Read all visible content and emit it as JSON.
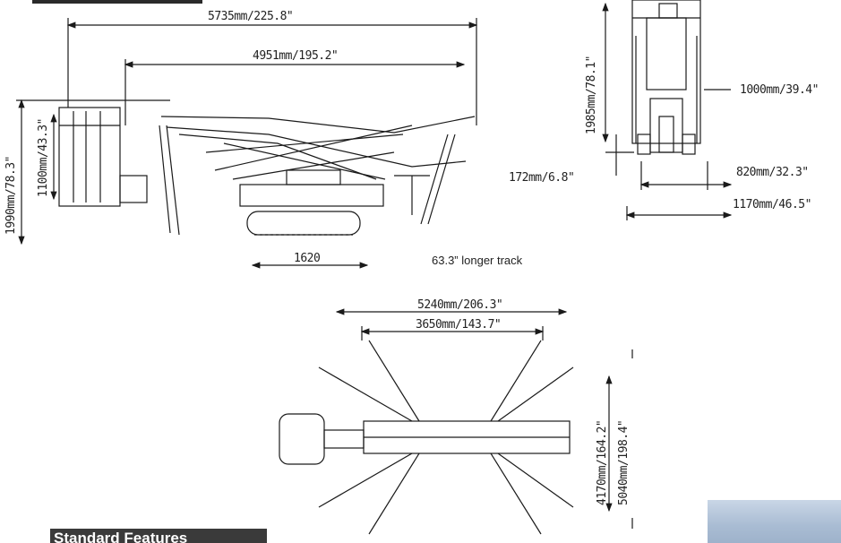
{
  "side_view": {
    "overall_length": "5735mm/225.8\"",
    "length_2": "4951mm/195.2\"",
    "height": "1990mm/78.3\"",
    "basket_height": "1100mm/43.3\"",
    "track_length": "1620"
  },
  "front_view": {
    "height": "1985mm/78.1\"",
    "width_top": "1000mm/39.4\"",
    "ground_clearance": "172mm/6.8\"",
    "track_width": "820mm/32.3\"",
    "overall_width": "1170mm/46.5\""
  },
  "top_view": {
    "outrigger_span": "5240mm/206.3\"",
    "outrigger_span_2": "3650mm/143.7\"",
    "width_1": "4170mm/164.2\"",
    "width_2": "5040mm/198.4\""
  },
  "note": "63.3” longer track",
  "banner": "Standard Features",
  "colors": {
    "line": "#1a1a1a",
    "banner_bg": "#3a3a3a",
    "photo": "#a9bcd3"
  }
}
